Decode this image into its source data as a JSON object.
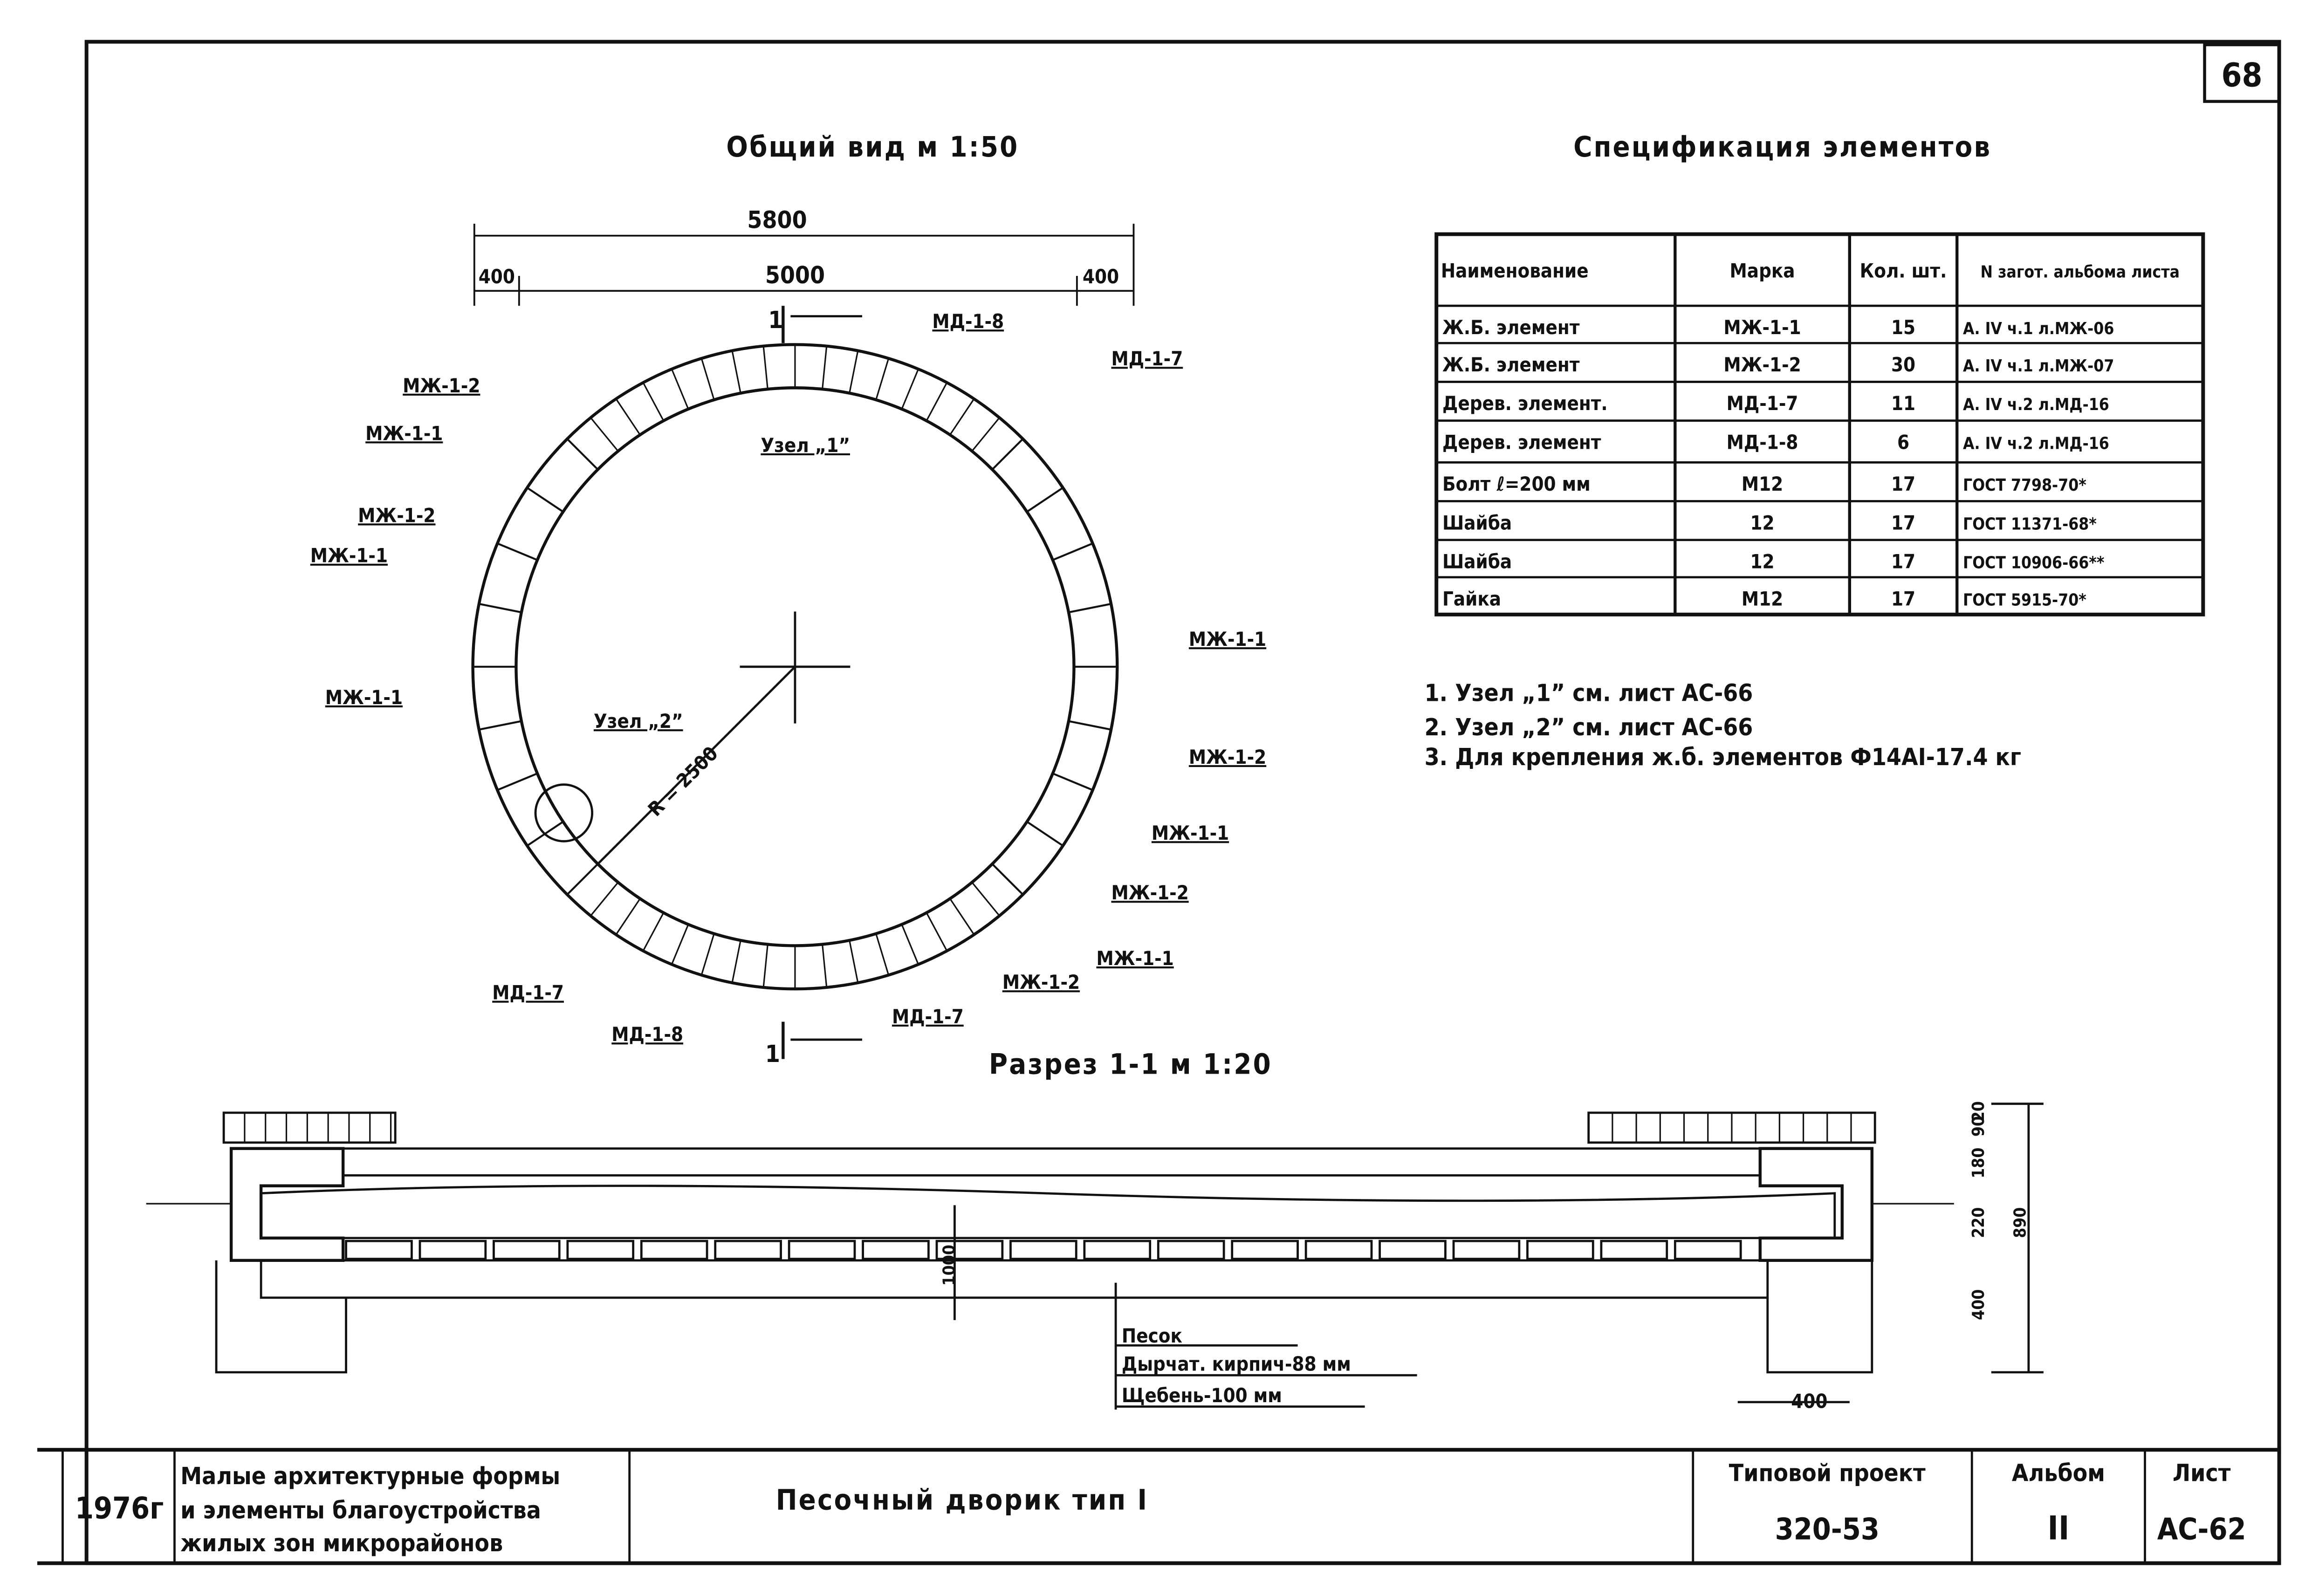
{
  "sheet_number": "68",
  "general_view": {
    "title": "Общий вид м 1:50",
    "dim_total": "5800",
    "dim_left": "400",
    "dim_middle": "5000",
    "dim_right": "400",
    "radius_label": "R = 2500",
    "node1": "Узел „1”",
    "node2": "Узел „2”",
    "section_mark": "1",
    "labels": [
      "МД-1-8",
      "МД-1-7",
      "МЖ-1-2",
      "МЖ-1-1",
      "МЖ-1-2",
      "МЖ-1-1",
      "МЖ-1-1",
      "МЖ-1-1",
      "МЖ-1-2",
      "МЖ-1-1",
      "МЖ-1-2",
      "МЖ-1-1",
      "МЖ-1-2",
      "МД-1-7",
      "МД-1-8",
      "МД-1-7"
    ]
  },
  "spec": {
    "title": "Спецификация элементов",
    "headers": [
      "Наименование",
      "Марка",
      "Кол. шт.",
      "N загот. альбома листа"
    ],
    "rows": [
      [
        "Ж.Б. элемент",
        "МЖ-1-1",
        "15",
        "А. IV ч.1 л.МЖ-06"
      ],
      [
        "Ж.Б. элемент",
        "МЖ-1-2",
        "30",
        "А. IV ч.1 л.МЖ-07"
      ],
      [
        "Дерев. элемент.",
        "МД-1-7",
        "11",
        "А. IV ч.2 л.МД-16"
      ],
      [
        "Дерев. элемент",
        "МД-1-8",
        "6",
        "А. IV ч.2 л.МД-16"
      ],
      [
        "Болт ℓ=200 мм",
        "М12",
        "17",
        "ГОСТ 7798-70*"
      ],
      [
        "Шайба",
        "12",
        "17",
        "ГОСТ 11371-68*"
      ],
      [
        "Шайба",
        "12",
        "17",
        "ГОСТ 10906-66**"
      ],
      [
        "Гайка",
        "М12",
        "17",
        "ГОСТ 5915-70*"
      ]
    ]
  },
  "notes": [
    "1. Узел „1” см. лист АС-66",
    "2. Узел „2” см. лист АС-66",
    "3. Для крепления ж.б. элементов Ф14АI-17.4 кг"
  ],
  "section": {
    "title": "Разрез 1-1 м 1:20",
    "layers": [
      "Песок",
      "Дырчат. кирпич-88 мм",
      "Щебень-100 мм"
    ],
    "dim_depth": "1000",
    "dim_base": "400",
    "right_dims": [
      "20",
      "90",
      "180",
      "220",
      "400",
      "890"
    ]
  },
  "title_block": {
    "year": "1976г",
    "series_lines": [
      "Малые архитектурные формы",
      "и элементы благоустройства",
      "жилых зон микрорайонов"
    ],
    "drawing_title": "Песочный дворик тип I",
    "project_label": "Типовой проект",
    "project_number": "320-53",
    "album_label": "Альбом",
    "album_number": "II",
    "sheet_label": "Лист",
    "sheet_code": "АС-62"
  }
}
